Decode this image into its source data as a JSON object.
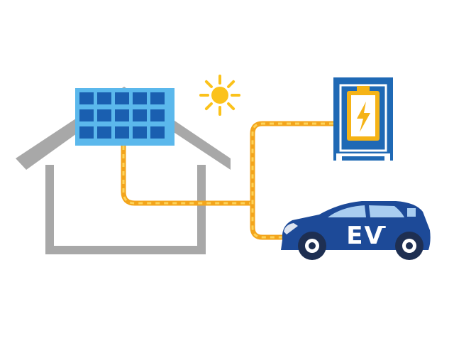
{
  "colors": {
    "background": "#ffffff",
    "house_outline": "#a8a8a8",
    "solar_frame": "#5bb8ec",
    "solar_cell": "#1a5fb0",
    "sun": "#fbc21b",
    "cable_outer": "#f3a51c",
    "cable_inner": "#fdd35a",
    "charger_body": "#1f69b5",
    "charger_screen": "#ffffff",
    "battery": "#f5b316",
    "car_body": "#1d4a98",
    "car_window": "#a9cdf0",
    "car_wheel": "#1e2f52",
    "car_rim": "#ffffff"
  },
  "icons": {
    "house": "house-outline-icon",
    "solar": "solar-panel-icon",
    "sun": "sun-icon",
    "charger": "charging-station-icon",
    "battery": "battery-bolt-icon",
    "car": "electric-car-icon"
  },
  "car": {
    "label": "EV"
  },
  "solar_panel": {
    "rows": 3,
    "cols": 5
  }
}
